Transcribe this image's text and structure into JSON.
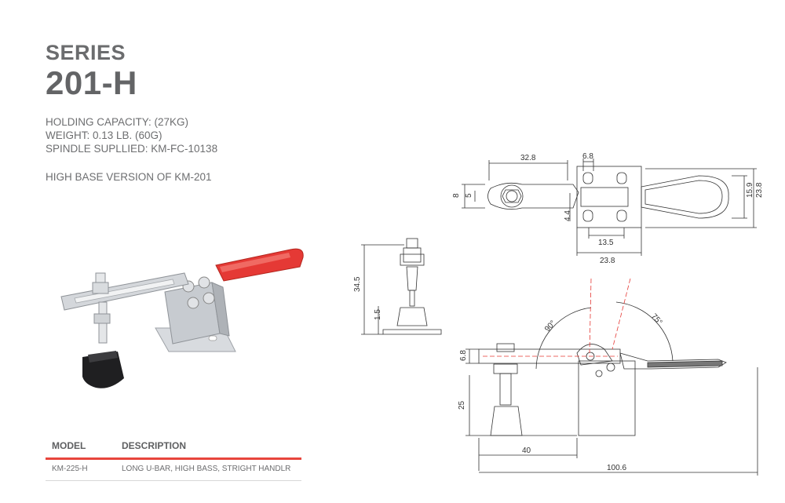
{
  "header": {
    "series_label": "SERIES",
    "model_code": "201-H"
  },
  "specs": [
    "HOLDING CAPACITY: (27KG)",
    "WEIGHT: 0.13 LB. (60G)",
    "SPINDLE SUPLLIED: KM-FC-10138"
  ],
  "note": "HIGH BASE VERSION OF KM-201",
  "table": {
    "headers": [
      "MODEL",
      "DESCRIPTION"
    ],
    "rows": [
      {
        "model": "KM-225-H",
        "description": "LONG U-BAR, HIGH BASS, STRIGHT HANDLR"
      }
    ],
    "accent_color": "#e8453c"
  },
  "drawings": {
    "top_view": {
      "d1": "32.8",
      "d2": "6.8",
      "d3": "8",
      "d4": "5",
      "d5": "4.4",
      "d6": "13.5",
      "d7": "23.8",
      "d8": "15.9",
      "d9": "23.8"
    },
    "side_view": {
      "d1": "34.5",
      "d2": "1.5"
    },
    "front_view": {
      "a1": "90°",
      "a2": "75°",
      "d1": "6.8",
      "d2": "25",
      "d3": "40",
      "d4": "100.6"
    }
  },
  "colors": {
    "handle": "#e53935",
    "metal": "#c9ccd0",
    "text": "#6d6e70"
  }
}
